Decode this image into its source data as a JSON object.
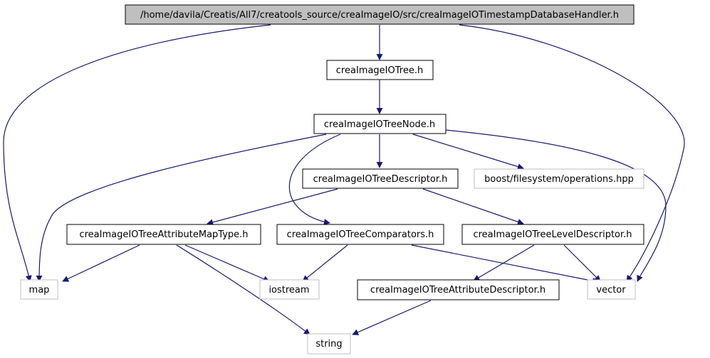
{
  "colors": {
    "edge": "#191970",
    "root_fill": "#bfbfbf",
    "node_border": "#000000",
    "external_border": "#bfbfbf",
    "text": "#000000"
  },
  "nodes": {
    "root": "/home/davila/Creatis/All7/creatools_source/creaImageIO/src/creaImageIOTimestampDatabaseHandler.h",
    "tree": "creaImageIOTree.h",
    "treenode": "creaImageIOTreeNode.h",
    "descriptor": "creaImageIOTreeDescriptor.h",
    "boost": "boost/filesystem/operations.hpp",
    "attrmaptype": "creaImageIOTreeAttributeMapType.h",
    "comparators": "creaImageIOTreeComparators.h",
    "leveldesc": "creaImageIOTreeLevelDescriptor.h",
    "map": "map",
    "iostream": "iostream",
    "attrdesc": "creaImageIOTreeAttributeDescriptor.h",
    "vector": "vector",
    "string": "string"
  },
  "edges": [
    [
      "root",
      "tree"
    ],
    [
      "root",
      "map"
    ],
    [
      "root",
      "vector"
    ],
    [
      "tree",
      "treenode"
    ],
    [
      "treenode",
      "descriptor"
    ],
    [
      "treenode",
      "boost"
    ],
    [
      "treenode",
      "map"
    ],
    [
      "treenode",
      "comparators"
    ],
    [
      "treenode",
      "vector"
    ],
    [
      "descriptor",
      "attrmaptype"
    ],
    [
      "descriptor",
      "leveldesc"
    ],
    [
      "attrmaptype",
      "map"
    ],
    [
      "attrmaptype",
      "iostream"
    ],
    [
      "attrmaptype",
      "string"
    ],
    [
      "comparators",
      "iostream"
    ],
    [
      "comparators",
      "vector"
    ],
    [
      "leveldesc",
      "attrdesc"
    ],
    [
      "leveldesc",
      "vector"
    ],
    [
      "attrdesc",
      "string"
    ]
  ]
}
